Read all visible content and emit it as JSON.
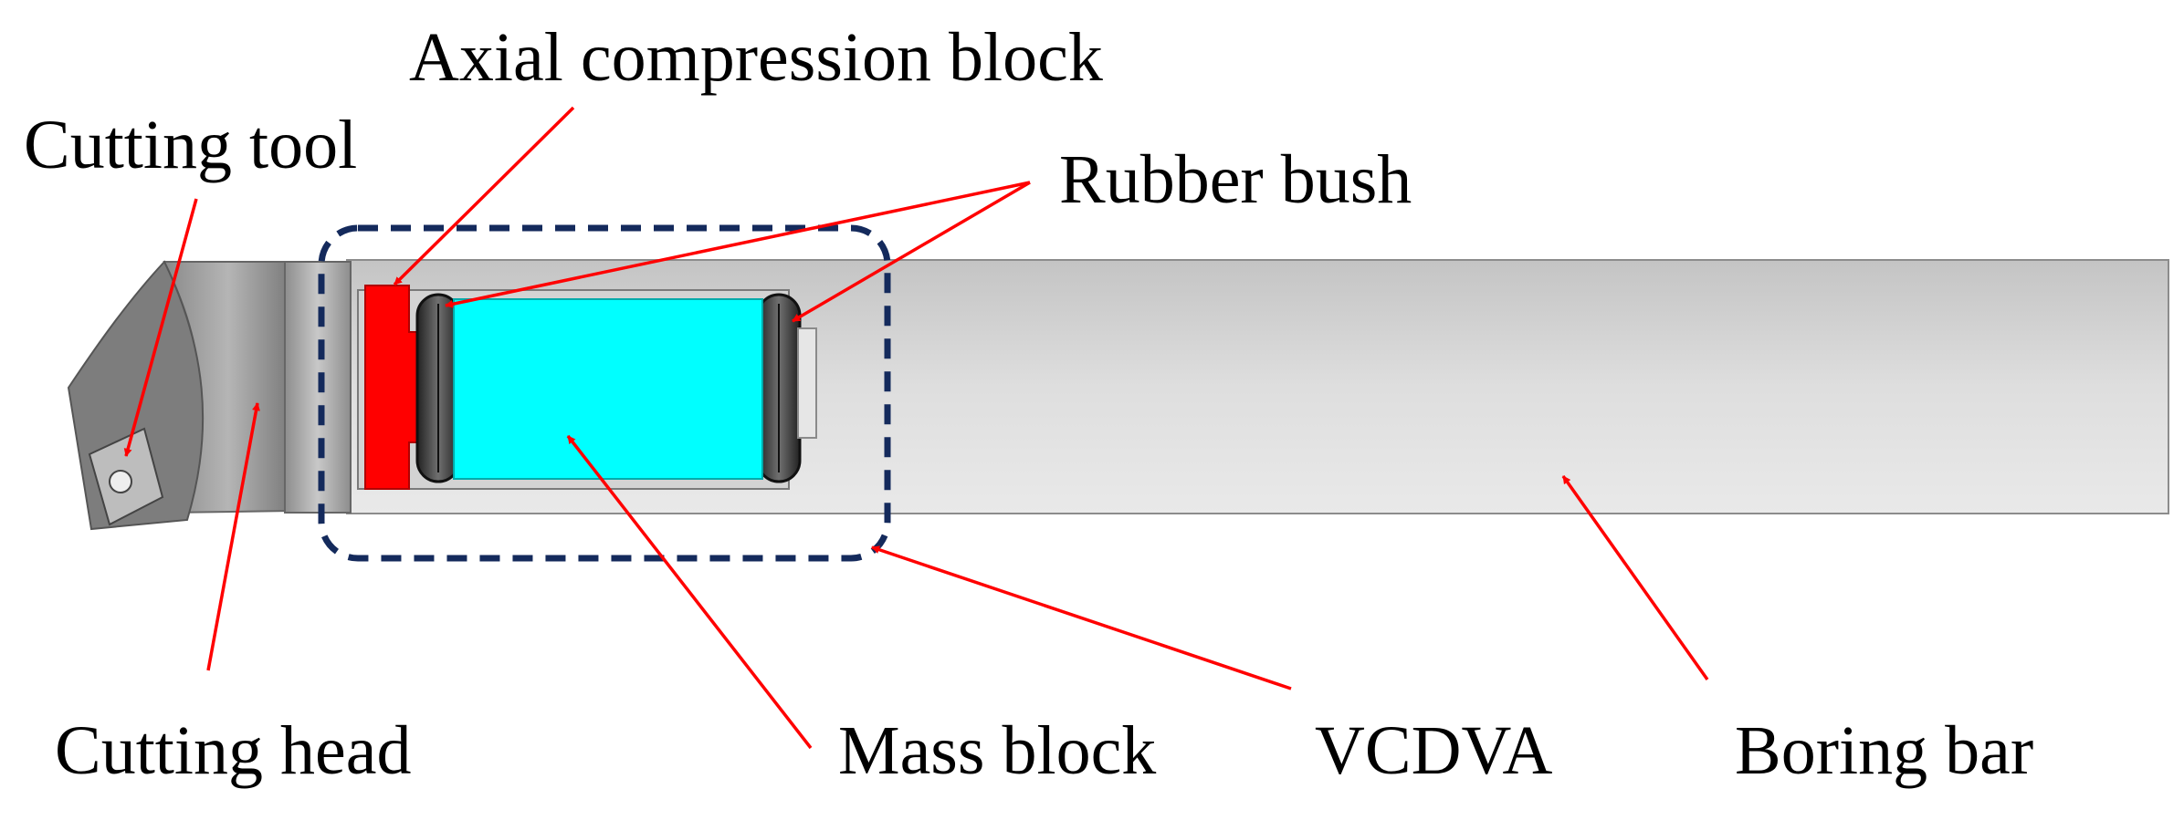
{
  "labels": {
    "axial_compression_block": "Axial compression block",
    "cutting_tool": "Cutting tool",
    "rubber_bush": "Rubber bush",
    "cutting_head": "Cutting head",
    "mass_block": "Mass block",
    "vcdva": "VCDVA",
    "boring_bar": "Boring bar"
  },
  "colors": {
    "arrow": "#ff0000",
    "mass_block": "#00ffff",
    "compression_block": "#ff0000",
    "dashed_box": "#142a5c",
    "rubber": "#444444"
  }
}
